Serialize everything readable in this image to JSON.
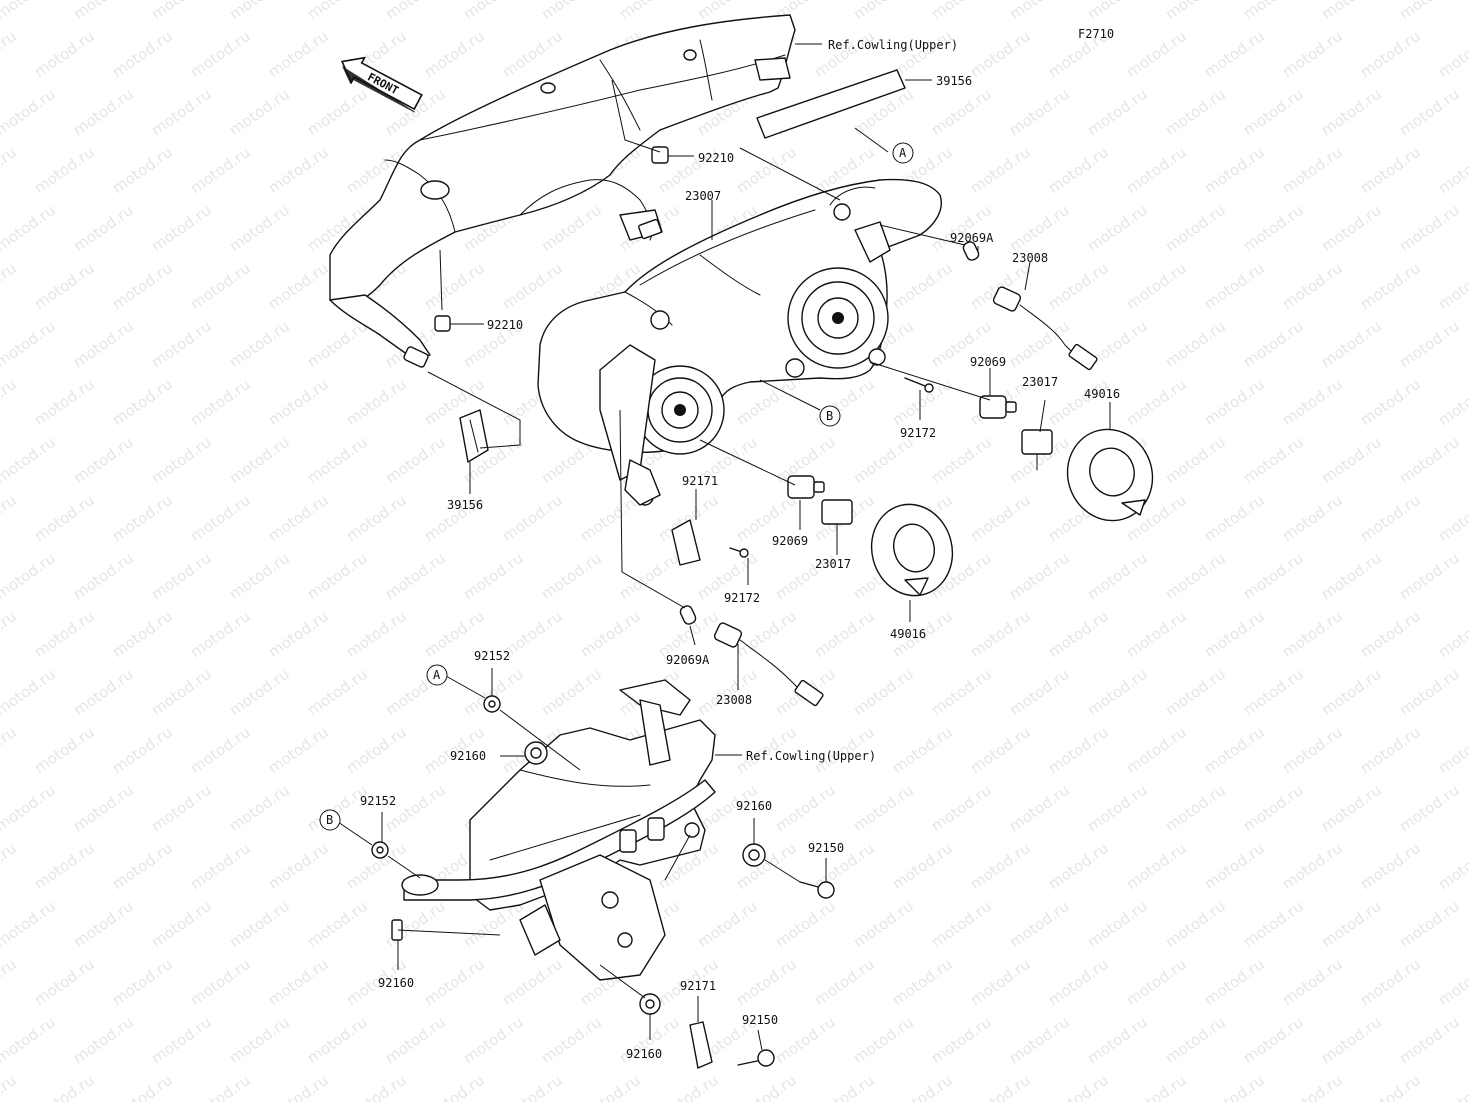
{
  "figure_code": "F2710",
  "watermark_text": "motod.ru",
  "front_arrow_label": "FRONT",
  "callouts": {
    "ref_cowling_top": "Ref.Cowling(Upper)",
    "p39156_top": "39156",
    "ref_a_top": "A",
    "p92210_top": "92210",
    "p23007": "23007",
    "p92069a_right": "92069A",
    "p23008_right": "23008",
    "p92210_left": "92210",
    "p92069_right": "92069",
    "p23017_right": "23017",
    "p49016_right": "49016",
    "ref_b_mid": "B",
    "p92172_right": "92172",
    "p39156_left": "39156",
    "p92171_top": "92171",
    "p92069_left": "92069",
    "p23017_left": "23017",
    "p92172_left": "92172",
    "p49016_left": "49016",
    "p92069a_left": "92069A",
    "p23008_left": "23008",
    "ref_a_bottom": "A",
    "p92152_top": "92152",
    "p92160_a": "92160",
    "ref_cowling_bottom": "Ref.Cowling(Upper)",
    "ref_b_bottom": "B",
    "p92152_bottom": "92152",
    "p92160_b": "92160",
    "p92150_top": "92150",
    "p92160_c": "92160",
    "p92171_bottom": "92171",
    "p92150_bottom": "92150",
    "p92160_d": "92160"
  }
}
